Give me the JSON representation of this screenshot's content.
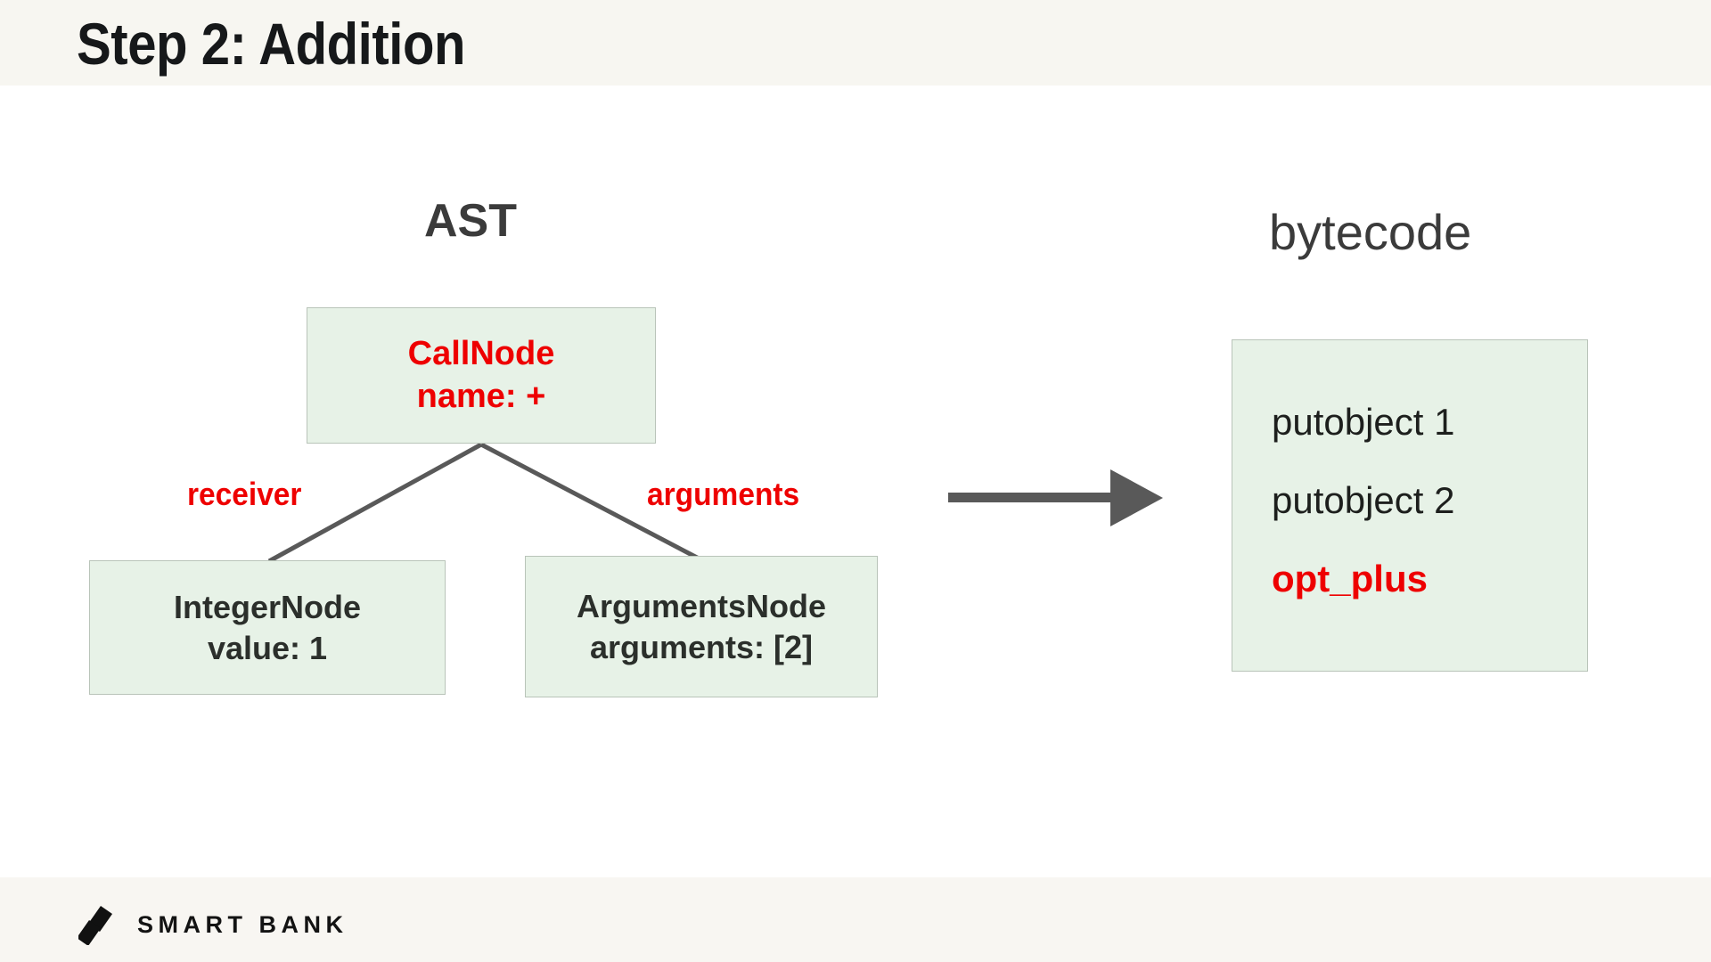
{
  "slide": {
    "title": "Step 2: Addition",
    "background": "#ffffff",
    "band_color": "#f7f6f1",
    "accent_red": "#ee0000",
    "node_fill": "#e7f2e7",
    "node_border": "#b9c4b9",
    "edge_color": "#595959"
  },
  "ast": {
    "heading": "AST",
    "nodes": {
      "call": {
        "title": "CallNode",
        "detail": "name: +",
        "color": "#ee0000"
      },
      "integer": {
        "title": "IntegerNode",
        "detail": "value: 1",
        "color": "#2b2f2b"
      },
      "arguments": {
        "title": "ArgumentsNode",
        "detail": "arguments: [2]",
        "color": "#2b2f2b"
      }
    },
    "edges": {
      "left_label": "receiver",
      "right_label": "arguments"
    }
  },
  "transform": {
    "arrow_icon": "right-arrow-icon"
  },
  "bytecode": {
    "heading": "bytecode",
    "instructions": [
      {
        "text": "putobject 1",
        "accent": false
      },
      {
        "text": "putobject 2",
        "accent": false
      },
      {
        "text": "opt_plus",
        "accent": true
      }
    ]
  },
  "footer": {
    "brand": "SMART BANK",
    "logo_icon": "smart-bank-logo-icon"
  }
}
